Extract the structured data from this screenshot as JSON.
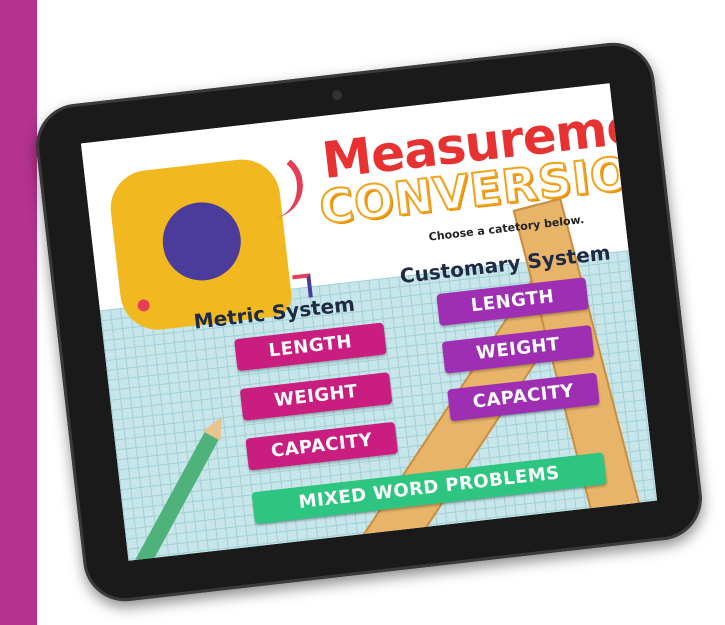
{
  "page": {
    "side_bar_color": "#b5328f"
  },
  "header": {
    "title_line1": "Measurement",
    "title_line2": "CONVERSIONS",
    "subtitle": "Choose a catetory below."
  },
  "metric": {
    "heading": "Metric System",
    "length": "LENGTH",
    "weight": "WEIGHT",
    "capacity": "CAPACITY"
  },
  "customary": {
    "heading": "Customary System",
    "length": "LENGTH",
    "weight": "WEIGHT",
    "capacity": "CAPACITY"
  },
  "mixed": {
    "label": "MIXED WORD PROBLEMS"
  },
  "colors": {
    "metric_button": "#c91e7f",
    "customary_button": "#9e2fb3",
    "mixed_button": "#2dc57f",
    "title_red": "#e83232",
    "title_orange": "#f2a319",
    "tape_yellow": "#f2b81f",
    "tape_center": "#4b3c9b"
  },
  "icons": [
    "tape-measure-icon"
  ]
}
